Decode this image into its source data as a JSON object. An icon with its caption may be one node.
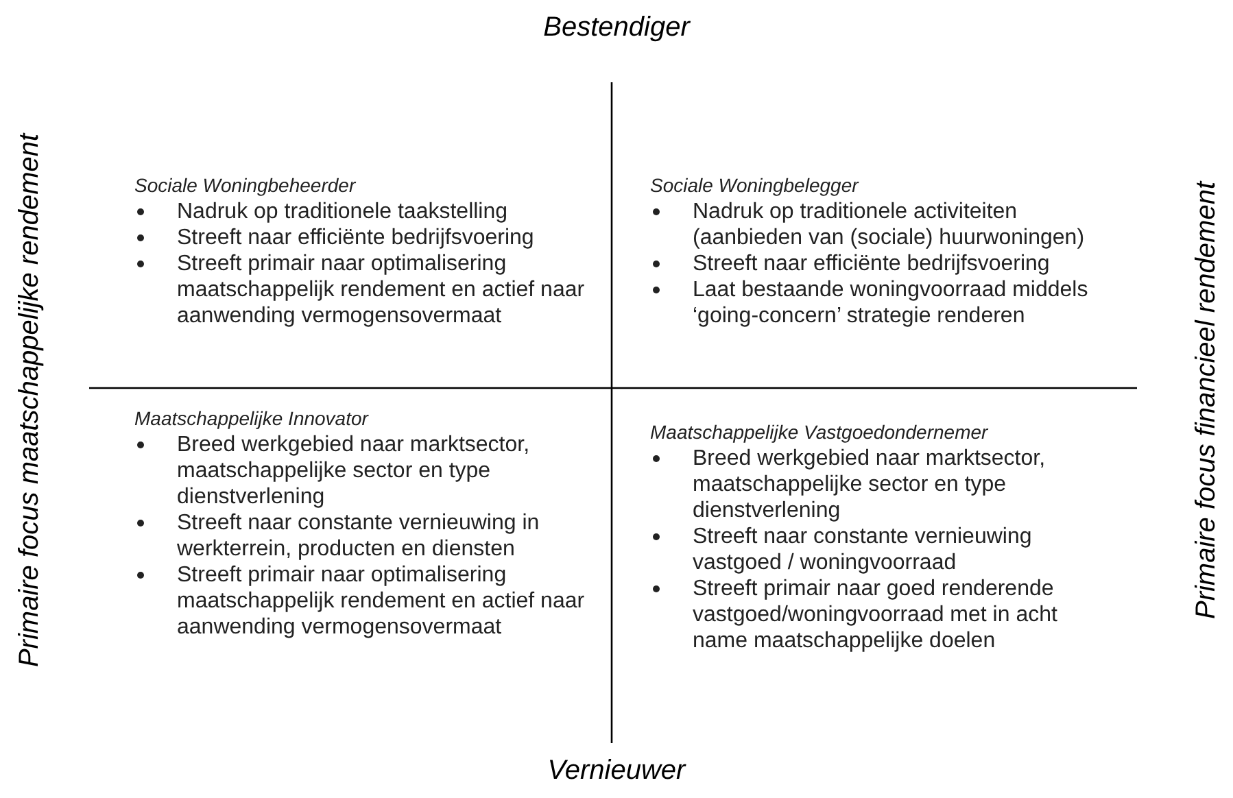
{
  "diagram": {
    "labels": [
      "Bestendiger",
      "Primaire focus maatschappelijke rendement",
      "Primaire focus financieel rendement",
      "Sociale Woningbeheerder",
      "Nadruk op traditionele taakstelling",
      "Streeft naar efficiënte bedrijfsvoering",
      "Streeft primair naar optimalisering maatschappelijk rendement en actief naar aanwending vermogensovermaat",
      "Sociale Woningbelegger",
      "Nadruk op traditionele activiteiten (aanbieden van (sociale) huurwoningen)",
      "Streeft naar efficiënte bedrijfsvoering",
      "Laat bestaande woningvoorraad middels ‘going-concern’ strategie renderen",
      "Maatschappelijke Innovator",
      "Breed werkgebied naar marktsector, maatschappelijke sector en type dienstverlening",
      "Streeft naar constante vernieuwing in werkterrein, producten en diensten",
      "Streeft primair naar optimalisering maatschappelijk rendement en actief naar aanwending vermogensovermaat",
      "Maatschappelijke Vastgoedondernemer",
      "Breed werkgebied naar marktsector, maatschappelijke sector en type dienstverlening",
      "Streeft naar constante vernieuwing vastgoed / woningvoorraad",
      "Streeft primair naar  goed renderende vastgoed/woningvoorraad met in acht name maatschappelijke doelen",
      "Vernieuwer"
    ]
  }
}
